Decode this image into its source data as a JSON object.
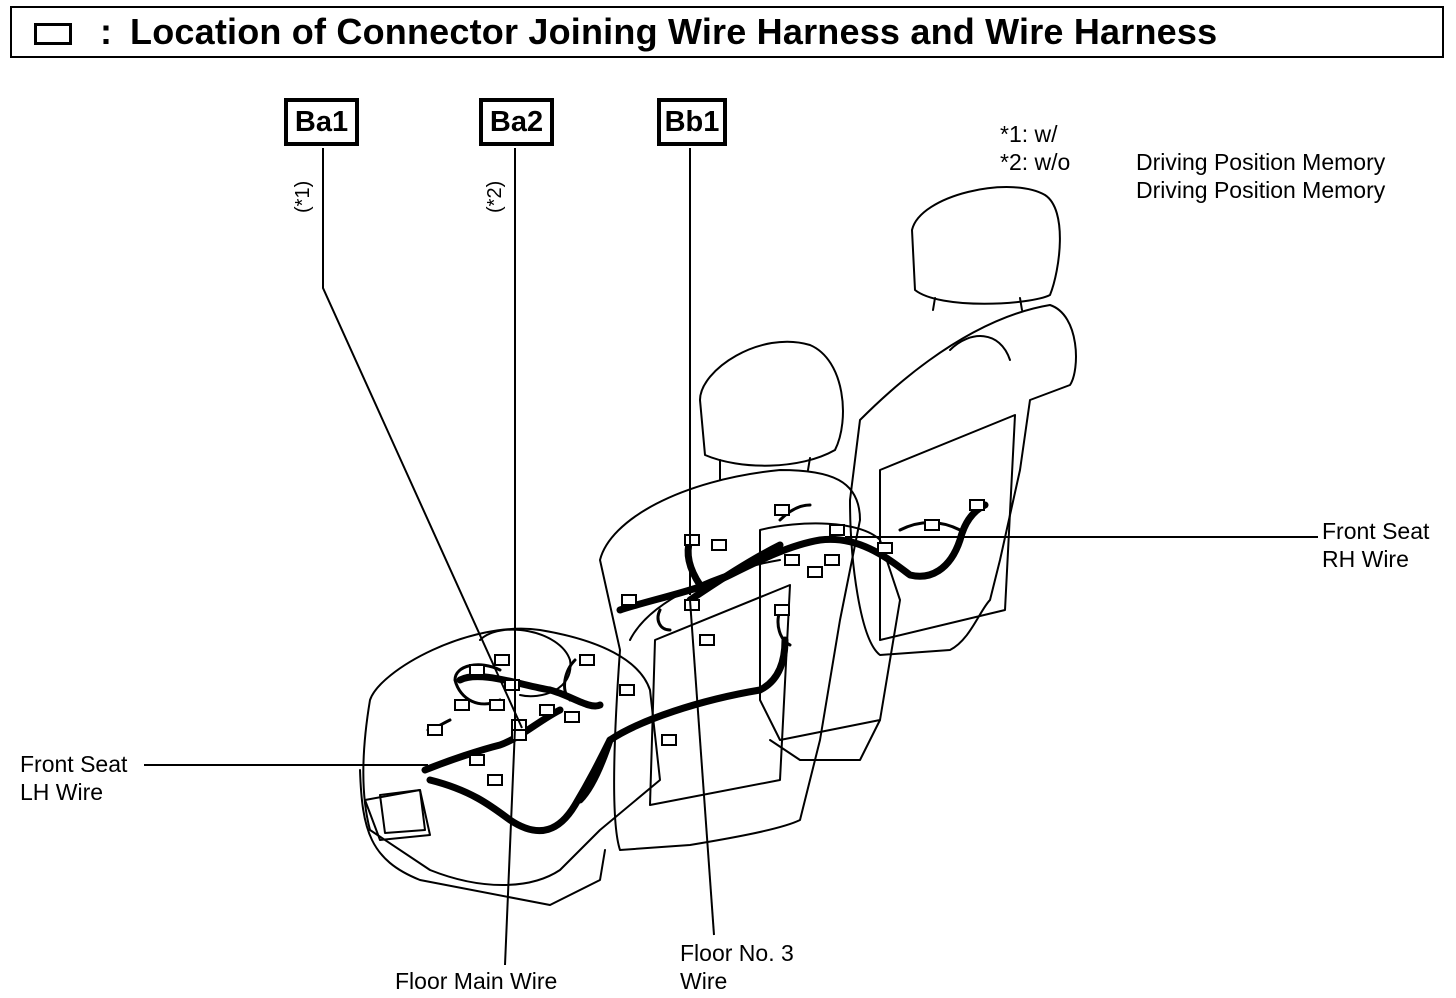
{
  "header": {
    "colon": ":",
    "title": "Location of Connector Joining Wire Harness and Wire Harness"
  },
  "connectors": [
    {
      "code": "Ba1",
      "note_ref": "(*1)"
    },
    {
      "code": "Ba2",
      "note_ref": "(*2)"
    },
    {
      "code": "Bb1",
      "note_ref": ""
    }
  ],
  "notes": [
    {
      "marker": "*1: w/",
      "text": "Driving Position Memory"
    },
    {
      "marker": "*2: w/o",
      "text": "Driving Position Memory"
    }
  ],
  "labels": {
    "front_seat_rh": [
      "Front Seat",
      "RH Wire"
    ],
    "front_seat_lh": [
      "Front Seat",
      "LH Wire"
    ],
    "floor_main": "Floor Main Wire",
    "floor_no3": [
      "Floor No. 3",
      "Wire"
    ]
  }
}
